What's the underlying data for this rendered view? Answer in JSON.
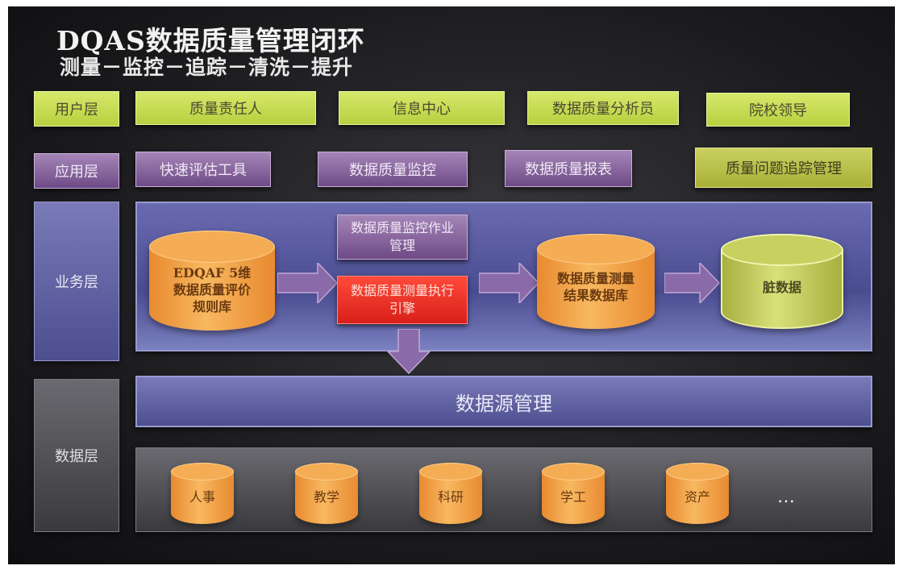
{
  "title": "DQAS数据质量管理闭环",
  "subtitle": "测量－监控－追踪－清洗－提升",
  "user_layer": {
    "label": "用户层",
    "items": [
      "质量责任人",
      "信息中心",
      "数据质量分析员",
      "院校领导"
    ]
  },
  "app_layer": {
    "label": "应用层",
    "items": [
      "快速评估工具",
      "数据质量监控",
      "数据质量报表",
      "质量问题追踪管理"
    ]
  },
  "business_layer": {
    "label": "业务层",
    "rule_db": {
      "line1": "EDQAF 5维",
      "line2": "数据质量评价",
      "line3": "规则库"
    },
    "job_mgmt": "数据质量监控作业管理",
    "engine": "数据质量测量执行引擎",
    "result_db": {
      "line1": "数据质量测量",
      "line2": "结果数据库"
    },
    "dirty_data": "脏数据"
  },
  "data_layer": {
    "label": "数据层",
    "source_mgmt": "数据源管理",
    "sources": [
      "人事",
      "教学",
      "科研",
      "学工",
      "资产"
    ],
    "more": "…"
  }
}
